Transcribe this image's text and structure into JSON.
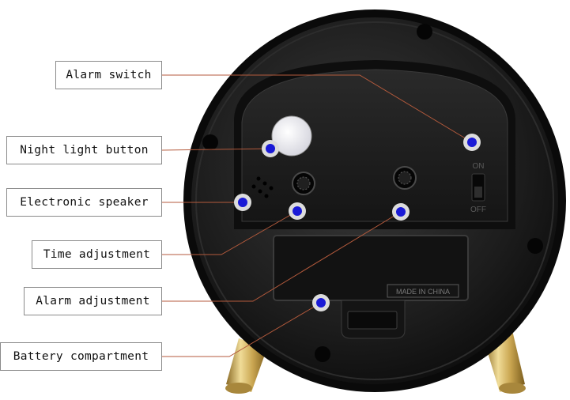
{
  "labels": {
    "alarm_switch": "Alarm switch",
    "night_light_button": "Night light button",
    "electronic_speaker": "Electronic speaker",
    "time_adjustment": "Time adjustment",
    "alarm_adjustment": "Alarm adjustment",
    "battery_compartment": "Battery compartment"
  },
  "device_markings": {
    "switch_on": "ON",
    "switch_off": "OFF",
    "battery_cover_text": "MADE IN CHINA"
  },
  "colors": {
    "leader_line": "#b45a3c",
    "marker_dot": "#1a1ad6",
    "marker_ring": "#dcdcdc",
    "clock_body": "#1a1a1a",
    "brass_feet": "#c8a85a"
  }
}
